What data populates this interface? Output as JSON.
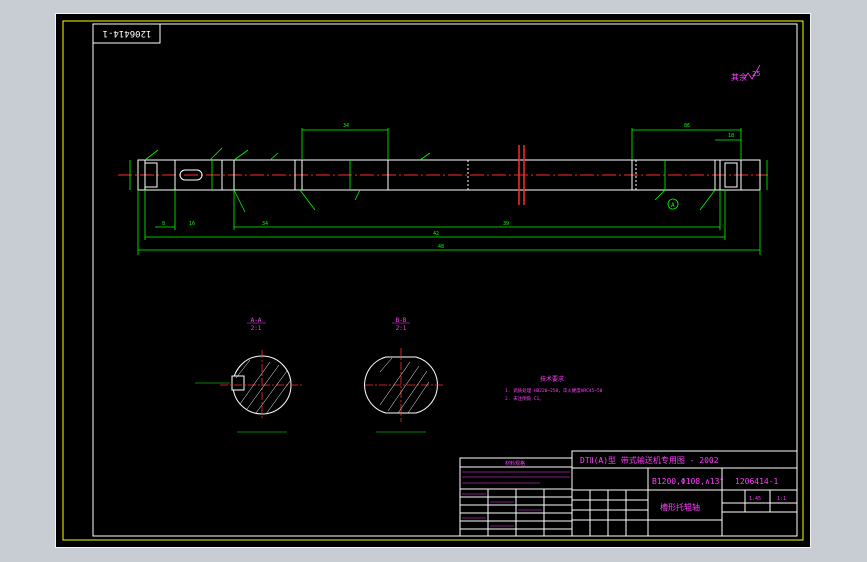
{
  "drawing": {
    "number_box": "1206414-1",
    "roughness_note": "其余",
    "roughness_value": "25",
    "section_labels": [
      {
        "top": "A-A",
        "bottom": "2:1"
      },
      {
        "top": "B-B",
        "bottom": "2:1"
      }
    ],
    "tech_req_title": "技术要求",
    "tech_req_lines": [
      "1. 调质处理 HB220~250，淬火硬度HRC45~50",
      "2. 未注倒角 C1。"
    ],
    "datum_marker": "A",
    "title_block": {
      "header": "DTⅡ(A)型  带式输送机专用图 - 2002",
      "spec": "B1200,Φ108,∧13°",
      "drawing_no": "1206414-1",
      "part_name": "槽形托辊轴",
      "scale": "1:1",
      "weight": "1.45"
    },
    "parts_table": {
      "title": "材料规格",
      "rows": [
        [
          "1"
        ],
        [
          "2"
        ],
        [
          "3"
        ],
        [
          "4"
        ]
      ]
    }
  }
}
